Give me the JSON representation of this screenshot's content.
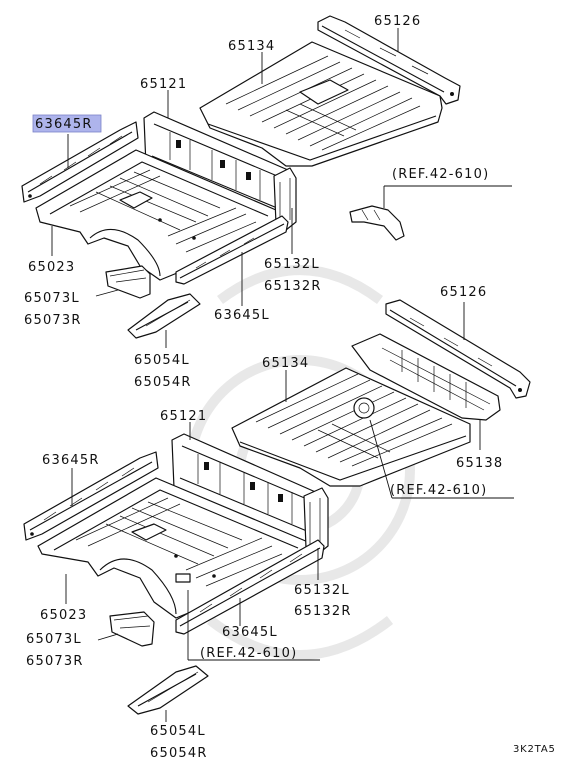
{
  "labels": {
    "top": {
      "p65126": "65126",
      "p65134": "65134",
      "p65121": "65121",
      "p63645R": "63645R",
      "p65023": "65023",
      "p65073L": "65073L",
      "p65073R": "65073R",
      "p65054L": "65054L",
      "p65054R": "65054R",
      "p63645L": "63645L",
      "p65132L": "65132L",
      "p65132R": "65132R",
      "ref": "(REF.42-610)"
    },
    "bottom": {
      "p65126": "65126",
      "p65134": "65134",
      "p65121": "65121",
      "p63645R": "63645R",
      "p65023": "65023",
      "p65073L": "65073L",
      "p65073R": "65073R",
      "p65054L": "65054L",
      "p65054R": "65054R",
      "p63645L": "63645L",
      "p65132L": "65132L",
      "p65132R": "65132R",
      "p65138": "65138",
      "ref_upper": "(REF.42-610)",
      "ref_lower": "(REF.42-610)"
    }
  },
  "highlight_color": "#aeb4ec",
  "diagram_code": "3K2TA5"
}
